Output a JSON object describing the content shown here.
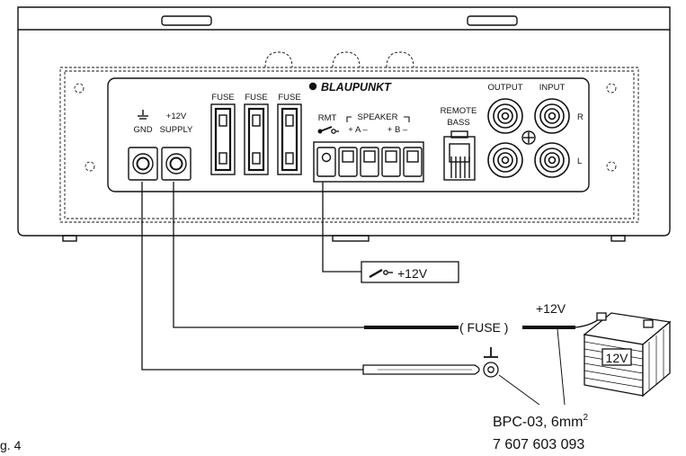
{
  "panel": {
    "brand": "BLAUPUNKT",
    "gnd_label": "GND",
    "supply_top": "+12V",
    "supply_bottom": "SUPPLY",
    "fuse_labels": [
      "FUSE",
      "FUSE",
      "FUSE"
    ],
    "rmt_label": "RMT",
    "speaker_label": "SPEAKER",
    "speaker_a": "+ A –",
    "speaker_b": "+ B –",
    "remote_top": "REMOTE",
    "remote_bottom": "BASS",
    "output_label": "OUTPUT",
    "input_label": "INPUT",
    "channel_r": "R",
    "channel_l": "L"
  },
  "wiring": {
    "switch_voltage": "+12V",
    "fuse_label": "( FUSE )",
    "battery_voltage": "+12V",
    "battery_label": "12V",
    "cable_spec": "BPC-03, 6mm",
    "cable_spec_sup": "2",
    "part_number": "7 607 603 093",
    "fig_label": "g. 4"
  },
  "colors": {
    "line": "#111111",
    "background": "#ffffff"
  }
}
